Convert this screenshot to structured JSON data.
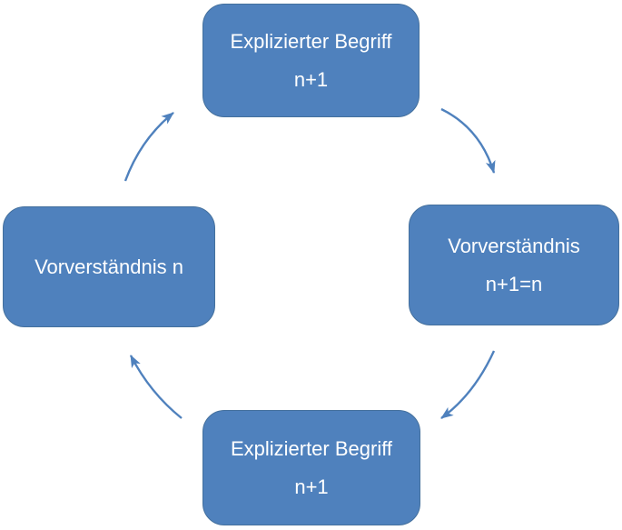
{
  "diagram": {
    "type": "cycle",
    "direction": "clockwise",
    "nodes": [
      {
        "position": "top",
        "line1": "Explizierter Begriff",
        "line2": "n+1"
      },
      {
        "position": "right",
        "line1": "Vorverständnis",
        "line2": "n+1=n"
      },
      {
        "position": "bottom",
        "line1": "Explizierter Begriff",
        "line2": "n+1"
      },
      {
        "position": "left",
        "line1": "Vorverständnis n"
      }
    ],
    "arrows": [
      {
        "from": "top",
        "to": "right"
      },
      {
        "from": "right",
        "to": "bottom"
      },
      {
        "from": "bottom",
        "to": "left"
      },
      {
        "from": "left",
        "to": "top"
      }
    ],
    "colors": {
      "canvas_bg": "#ffffff",
      "node_fill": "#4f81bd",
      "node_border": "#44709d",
      "node_text": "#ffffff",
      "arrow_color": "#4f81bd"
    }
  }
}
